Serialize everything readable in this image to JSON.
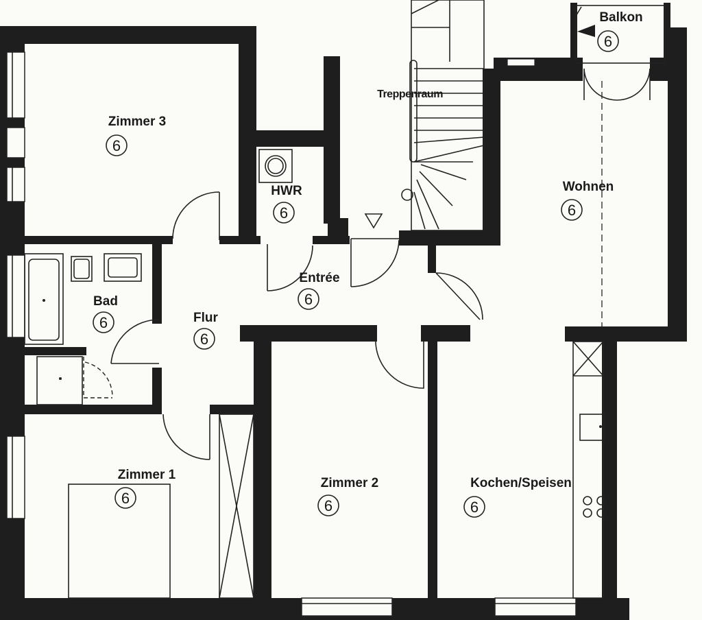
{
  "rooms": {
    "zimmer3": {
      "name": "Zimmer 3",
      "badge": "6"
    },
    "hwr": {
      "name": "HWR",
      "badge": "6"
    },
    "treppenraum": {
      "name": "Treppenraum"
    },
    "balkon": {
      "name": "Balkon",
      "badge": "6"
    },
    "wohnen": {
      "name": "Wohnen",
      "badge": "6"
    },
    "bad": {
      "name": "Bad",
      "badge": "6"
    },
    "flur": {
      "name": "Flur",
      "badge": "6"
    },
    "entree": {
      "name": "Entrée",
      "badge": "6"
    },
    "zimmer1": {
      "name": "Zimmer 1",
      "badge": "6"
    },
    "zimmer2": {
      "name": "Zimmer 2",
      "badge": "6"
    },
    "kochen": {
      "name": "Kochen/Speisen",
      "badge": "6"
    }
  },
  "colors": {
    "wall": "#1e1e1e",
    "line": "#222222",
    "paper": "#fbfbf7"
  }
}
